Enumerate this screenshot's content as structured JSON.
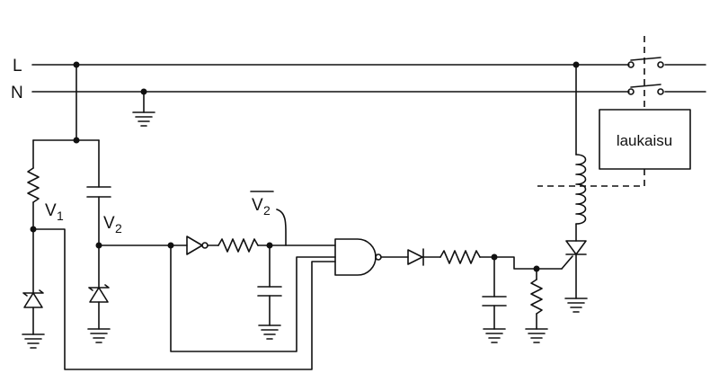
{
  "labels": {
    "line": "L",
    "neutral": "N",
    "v1_letter": "V",
    "v1_sub": "1",
    "v2_letter": "V",
    "v2_sub": "2",
    "v2bar_letter": "V",
    "v2bar_sub": "2",
    "trip_unit": "laukaisu"
  },
  "colors": {
    "ink": "#111111",
    "paper": "#ffffff"
  },
  "icons": [
    "ground-icon",
    "resistor-icon",
    "capacitor-icon",
    "zener-diode-icon",
    "inverter-icon",
    "nand-gate-icon",
    "diode-icon",
    "inductor-icon",
    "thyristor-icon",
    "switch-contact-icon"
  ]
}
